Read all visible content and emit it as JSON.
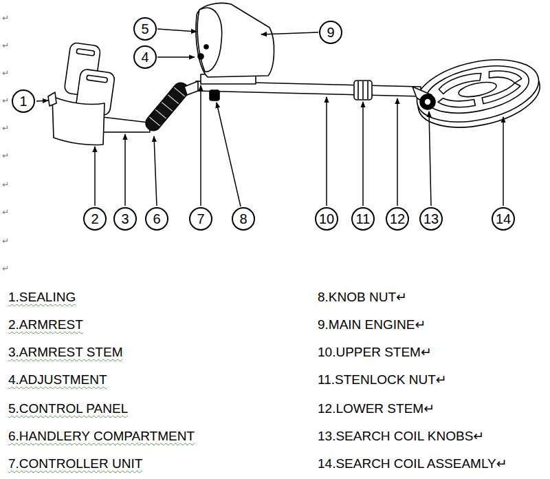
{
  "diagram": {
    "nodes": [
      {
        "text": [
          "1"
        ]
      },
      {
        "text": [
          "2"
        ]
      },
      {
        "text": [
          "3"
        ]
      },
      {
        "text": [
          "4"
        ]
      },
      {
        "text": [
          "5"
        ]
      },
      {
        "text": [
          "6"
        ]
      },
      {
        "text": [
          "7"
        ]
      },
      {
        "text": [
          "8"
        ]
      },
      {
        "text": [
          "9"
        ]
      },
      {
        "text": [
          "10"
        ]
      },
      {
        "text": [
          "11"
        ]
      },
      {
        "text": [
          "12"
        ]
      },
      {
        "text": [
          "13"
        ]
      },
      {
        "text": [
          "14"
        ]
      }
    ],
    "labels": [
      "↵",
      "↵",
      "↵",
      "↵",
      "↵",
      "↵",
      "↵",
      "↵",
      "↵",
      "↵",
      "1.SEALING",
      "8.KNOB NUT↵",
      "2.ARMREST",
      "9.MAIN ENGINE↵",
      "3.ARMREST STEM",
      "10.UPPER STEM↵",
      "4.ADJUSTMENT",
      "11.STENLOCK NUT↵",
      "5.CONTROL PANEL",
      "12.LOWER STEM↵",
      "6.HANDLERY COMPARTMENT",
      "13.SEARCH COIL KNOBS↵",
      "7.CONTROLLER UNIT",
      "14.SEARCH COIL ASSEAMLY↵"
    ]
  }
}
